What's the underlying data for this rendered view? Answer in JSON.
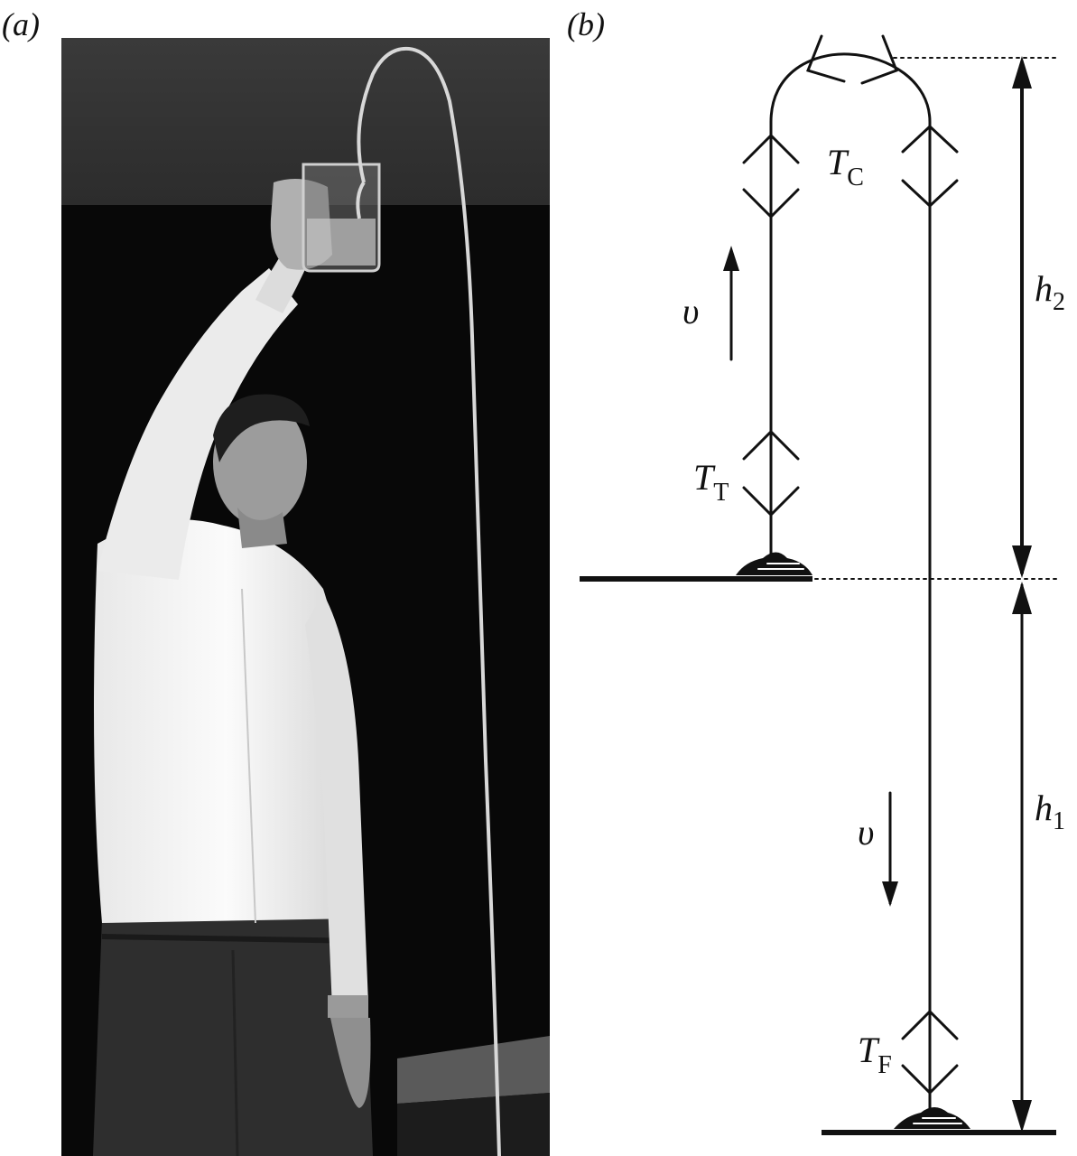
{
  "panels": {
    "a_label": "(a)",
    "b_label": "(b)"
  },
  "diagram": {
    "tension_top": {
      "symbol": "T",
      "subscript": "C"
    },
    "tension_table": {
      "symbol": "T",
      "subscript": "T"
    },
    "tension_floor": {
      "symbol": "T",
      "subscript": "F"
    },
    "velocity_up": "υ",
    "velocity_down": "υ",
    "height_upper": {
      "symbol": "h",
      "subscript": "2"
    },
    "height_lower": {
      "symbol": "h",
      "subscript": "1"
    }
  }
}
